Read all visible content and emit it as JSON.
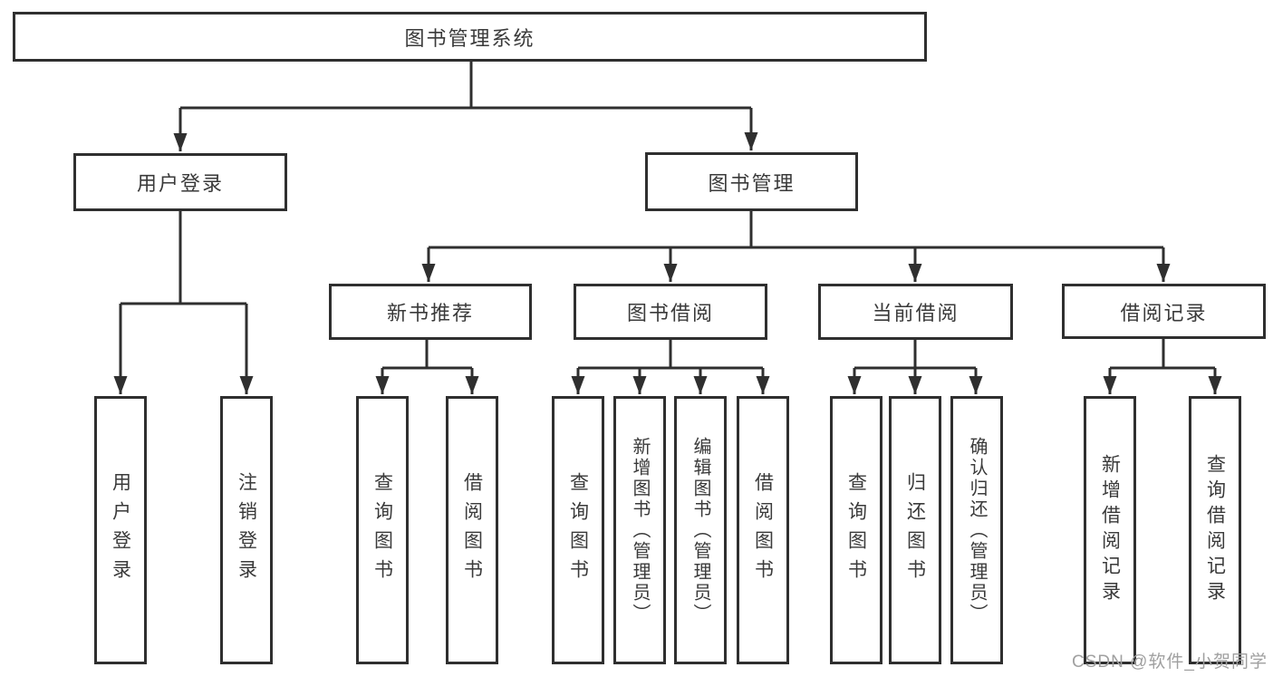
{
  "diagram": {
    "title": "图书管理系统",
    "type": "functional-structure-tree",
    "colors": {
      "line": "#2f2f2f",
      "border": "#2f2f2f",
      "text": "#3a3a3a",
      "watermark": "#a0a0a0",
      "background": "#ffffff"
    },
    "nodes": {
      "root": "图书管理系统",
      "user_login": "用户登录",
      "book_mgmt": "图书管理",
      "new_book_rec": "新书推荐",
      "book_borrow": "图书借阅",
      "current_borrow": "当前借阅",
      "borrow_records": "借阅记录",
      "user_login_leaf": "用户登录",
      "logout_leaf": "注销登录",
      "query_books_1": "查询图书",
      "borrow_books_1": "借阅图书",
      "query_books_2": "查询图书",
      "add_books_admin": "新增图书（管理员）",
      "edit_books_admin": "编辑图书（管理员）",
      "borrow_books_2": "借阅图书",
      "query_books_3": "查询图书",
      "return_books": "归还图书",
      "confirm_return_admin": "确认归还（管理员）",
      "add_borrow_record": "新增借阅记录",
      "query_borrow_record": "查询借阅记录"
    },
    "tree": {
      "label": "图书管理系统",
      "children": [
        {
          "label": "用户登录",
          "children": [
            {
              "label": "用户登录"
            },
            {
              "label": "注销登录"
            }
          ]
        },
        {
          "label": "图书管理",
          "children": [
            {
              "label": "新书推荐",
              "children": [
                {
                  "label": "查询图书"
                },
                {
                  "label": "借阅图书"
                }
              ]
            },
            {
              "label": "图书借阅",
              "children": [
                {
                  "label": "查询图书"
                },
                {
                  "label": "新增图书（管理员）"
                },
                {
                  "label": "编辑图书（管理员）"
                },
                {
                  "label": "借阅图书"
                }
              ]
            },
            {
              "label": "当前借阅",
              "children": [
                {
                  "label": "查询图书"
                },
                {
                  "label": "归还图书"
                },
                {
                  "label": "确认归还（管理员）"
                }
              ]
            },
            {
              "label": "借阅记录",
              "children": [
                {
                  "label": "新增借阅记录"
                },
                {
                  "label": "查询借阅记录"
                }
              ]
            }
          ]
        }
      ]
    },
    "watermark": "CSDN @软件_小贺同学"
  }
}
